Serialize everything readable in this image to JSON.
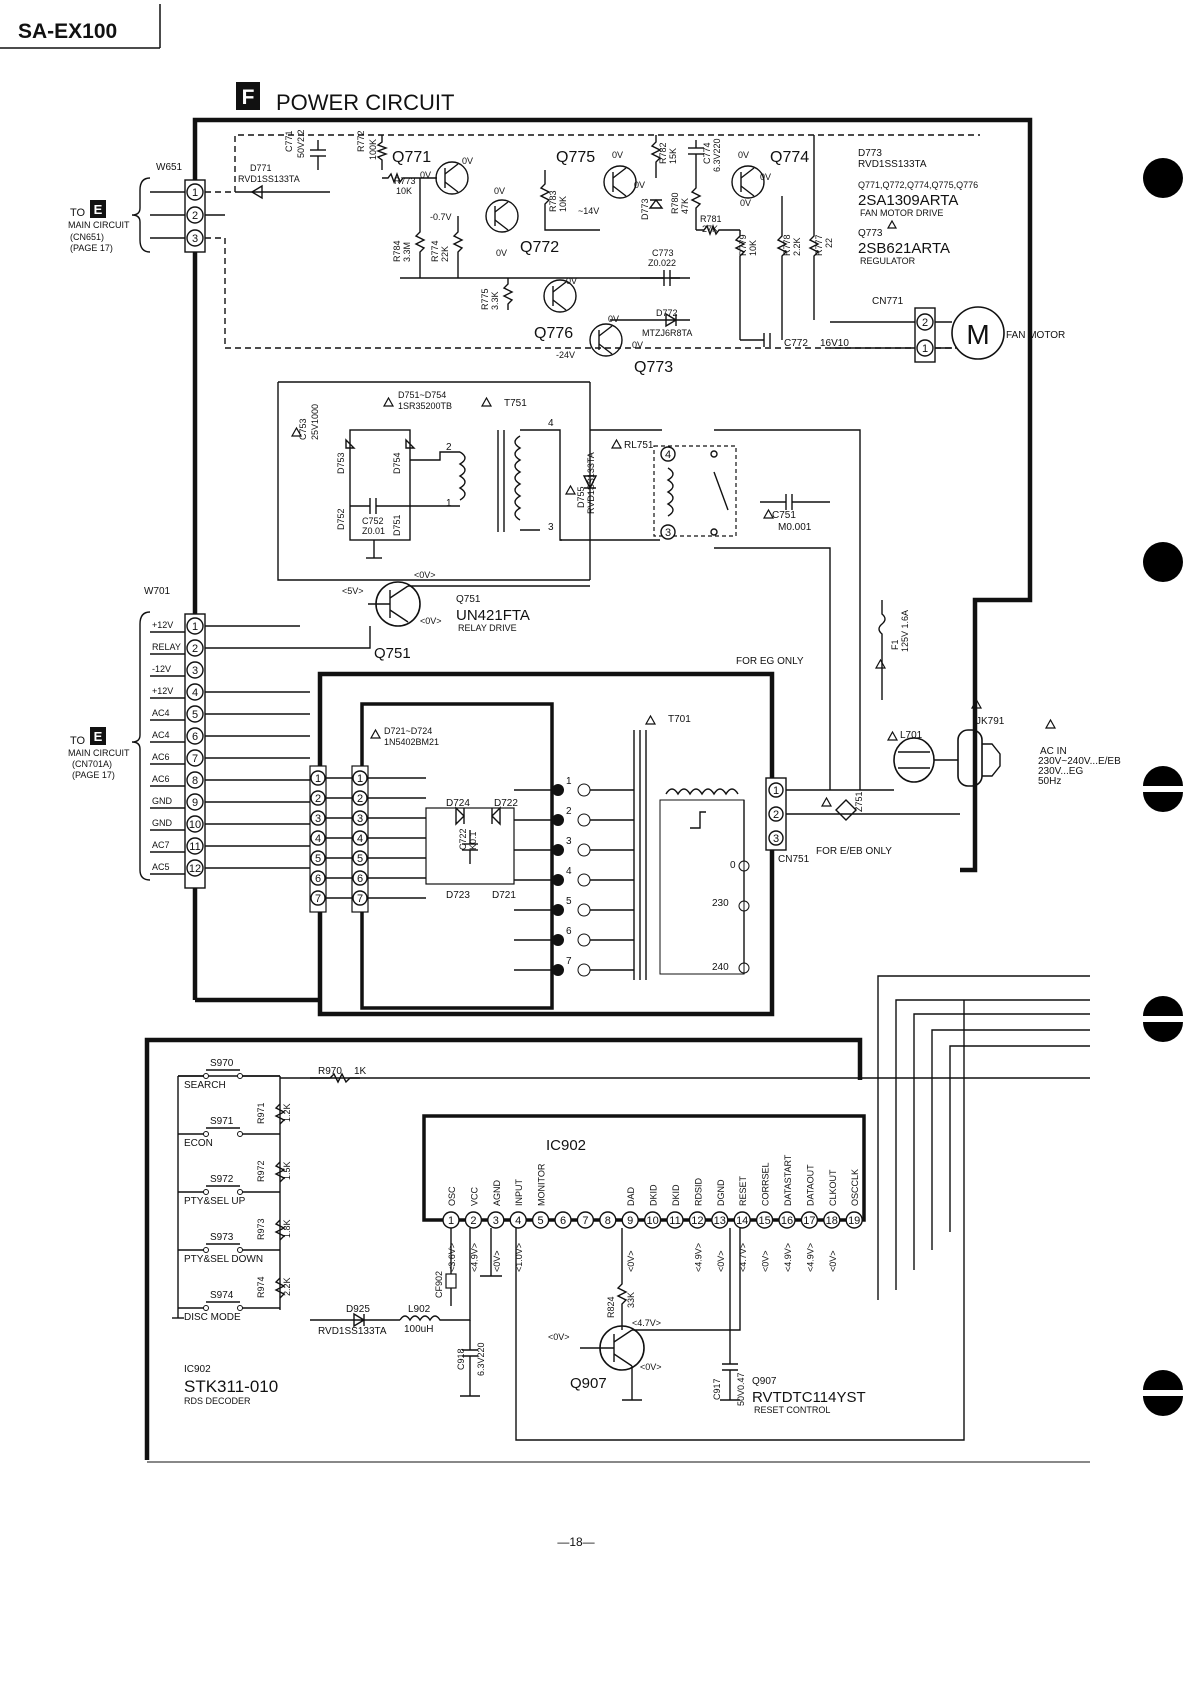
{
  "header": {
    "model": "SA-EX100",
    "section_letter": "F",
    "section_title": "POWER CIRCUIT"
  },
  "page_number": "—18—",
  "w651": {
    "name": "W651",
    "to_label": "TO",
    "to_letter": "E",
    "dest_line1": "MAIN CIRCUIT",
    "dest_line2": "(CN651)",
    "dest_line3": "(PAGE 17)",
    "pins": [
      "1",
      "2",
      "3"
    ]
  },
  "fan_driver": {
    "q771": "Q771",
    "q772": "Q772",
    "q773": "Q773",
    "q774": "Q774",
    "q775": "Q775",
    "q776": "Q776",
    "c771": "C771",
    "c771_val": "50V2.2",
    "r772": "R772",
    "r772_val": "100K",
    "d771": "D771",
    "d771_part": "RVD1SS133TA",
    "r773": "R773",
    "r773_val": "10K",
    "r784": "R784",
    "r784_val": "3.3M",
    "r774": "R774",
    "r774_val": "22K",
    "r775": "R775",
    "r775_val": "3.3K",
    "r783": "R783",
    "r783_val": "10K",
    "r782": "R782",
    "r782_val": "15K",
    "c774": "C774",
    "c774_val": "6.3V220",
    "d773": "D773",
    "r780": "R780",
    "r780_val": "47K",
    "r781": "R781",
    "r781_val": "27K",
    "c773": "C773",
    "c773_val": "Z0.022",
    "d772": "D772",
    "d772_part": "MTZJ6R8TA",
    "r779": "R779",
    "r779_val": "10K",
    "r778": "R778",
    "r778_val": "2.2K",
    "r777": "R777",
    "r777_val": "22",
    "c772": "C772",
    "c772_val": "16V10",
    "v_0v": "0V",
    "v_m07": "-0.7V",
    "v_m14": "~14V",
    "v_m24": "-24V"
  },
  "parts_legend": {
    "d773_title": "D773",
    "d773_part": "RVD1SS133TA",
    "transistors": "Q771,Q772,Q774,Q775,Q776",
    "part_a": "2SA1309ARTA",
    "part_a_desc": "FAN MOTOR DRIVE",
    "q773_title": "Q773",
    "part_b": "2SB621ARTA",
    "part_b_desc": "REGULATOR"
  },
  "fan_motor": {
    "connector": "CN771",
    "pins": [
      "2",
      "1"
    ],
    "motor_symbol": "M",
    "label": "FAN MOTOR"
  },
  "relay_section": {
    "c753": "C753",
    "c753_val": "25V1000",
    "diodes": "D751~D754",
    "diodes_part": "1SR35200TB",
    "t751": "T751",
    "d753": "D753",
    "d754": "D754",
    "d752": "D752",
    "d751": "D751",
    "c752": "C752",
    "c752_val": "Z0.01",
    "d755": "D755",
    "d755_part": "RVD1SS133TA",
    "rl751": "RL751",
    "c751": "C751",
    "c751_val": "M0.001",
    "t_pin1": "1",
    "t_pin2": "2",
    "t_pin3": "3",
    "t_pin4": "4",
    "rl_pin4": "4",
    "rl_pin3": "3",
    "q751_v5": "<5V>",
    "q751_v0a": "<0V>",
    "q751_v0b": "<0V>",
    "q751_title": "Q751",
    "q751_part": "UN421FTA",
    "q751_desc": "RELAY DRIVE",
    "q751_label": "Q751"
  },
  "w701": {
    "name": "W701",
    "to_label": "TO",
    "to_letter": "E",
    "dest_line1": "MAIN CIRCUIT",
    "dest_line2": "(CN701A)",
    "dest_line3": "(PAGE 17)",
    "signals": [
      "+12V",
      "RELAY",
      "-12V",
      "+12V",
      "AC4",
      "AC4",
      "AC6",
      "AC6",
      "GND",
      "GND",
      "AC7",
      "AC5"
    ],
    "pins": [
      "1",
      "2",
      "3",
      "4",
      "5",
      "6",
      "7",
      "8",
      "9",
      "10",
      "11",
      "12"
    ]
  },
  "power_supply": {
    "diodes": "D721~D724",
    "diodes_part": "1N5402BM21",
    "d724": "D724",
    "d722": "D722",
    "d723": "D723",
    "d721": "D721",
    "c722": "C722",
    "c722_val": "K0.1",
    "conn_pins": [
      "1",
      "2",
      "3",
      "4",
      "5",
      "6",
      "7"
    ],
    "t701": "T701",
    "t701_pins": [
      "1",
      "2",
      "3",
      "4",
      "5",
      "6",
      "7"
    ],
    "tap_0": "0",
    "tap_230": "230",
    "tap_240": "240",
    "cn751": "CN751",
    "cn751_pins": [
      "1",
      "2",
      "3"
    ],
    "for_eg": "FOR EG ONLY",
    "for_e_eb": "FOR E/EB ONLY",
    "z751": "Z751",
    "f1": "F1",
    "f1_val": "125V 1.6A",
    "l701": "L701",
    "jk791": "JK791",
    "ac_in": "AC IN",
    "ac_v1": "230V~240V...E/EB",
    "ac_v2": "230V...EG",
    "ac_hz": "50Hz"
  },
  "rds_section": {
    "switches": [
      {
        "ref": "S970",
        "label": "SEARCH"
      },
      {
        "ref": "S971",
        "label": "ECON"
      },
      {
        "ref": "S972",
        "label": "PTY&SEL  UP"
      },
      {
        "ref": "S973",
        "label": "PTY&SEL  DOWN"
      },
      {
        "ref": "S974",
        "label": "DISC  MODE"
      }
    ],
    "r970": "R970",
    "r970_val": "1K",
    "resistors": [
      {
        "ref": "R971",
        "val": "1.2K"
      },
      {
        "ref": "R972",
        "val": "1.5K"
      },
      {
        "ref": "R973",
        "val": "1.8K"
      },
      {
        "ref": "R974",
        "val": "2.2K"
      }
    ],
    "ic_ref": "IC902",
    "ic_pin_names": [
      "OSC",
      "VCC",
      "AGND",
      "INPUT",
      "MONITOR",
      "",
      "",
      "",
      "DAD",
      "DKID",
      "DKID",
      "RDSID",
      "DGND",
      "RESET",
      "CORRSEL",
      "DATASTART",
      "DATAOUT",
      "CLKOUT",
      "OSCCLK"
    ],
    "ic_pins": [
      "1",
      "2",
      "3",
      "4",
      "5",
      "6",
      "7",
      "8",
      "9",
      "10",
      "11",
      "12",
      "13",
      "14",
      "15",
      "16",
      "17",
      "18",
      "19"
    ],
    "pin_volt": [
      {
        "pin": 1,
        "v": "<3.6V>"
      },
      {
        "pin": 2,
        "v": "<4.9V>"
      },
      {
        "pin": 3,
        "v": "<0V>"
      },
      {
        "pin": 4,
        "v": "<1.0V>"
      },
      {
        "pin": 9,
        "v": "<0V>"
      },
      {
        "pin": 12,
        "v": "<4.9V>"
      },
      {
        "pin": 13,
        "v": "<0V>"
      },
      {
        "pin": 14,
        "v": "<4.7V>"
      },
      {
        "pin": 15,
        "v": "<0V>"
      },
      {
        "pin": 16,
        "v": "<4.9V>"
      },
      {
        "pin": 17,
        "v": "<4.9V>"
      },
      {
        "pin": 18,
        "v": "<0V>"
      }
    ],
    "cf902": "CF902",
    "r824": "R824",
    "r824_val": "33K",
    "d925": "D925",
    "d925_part": "RVD1SS133TA",
    "l902": "L902",
    "l902_val": "100uH",
    "c918": "C918",
    "c918_val": "6.3V220",
    "q907_v0": "<0V>",
    "q907_v47": "<4.7V>",
    "q907_v0b": "<0V>",
    "q907_label": "Q907",
    "c917": "C917",
    "c917_val": "50V0.47",
    "q907_title": "Q907",
    "q907_part": "RVTDTC114YST",
    "q907_desc": "RESET  CONTROL",
    "ic_title": "IC902",
    "ic_part": "STK311-010",
    "ic_desc": "RDS DECODER"
  }
}
